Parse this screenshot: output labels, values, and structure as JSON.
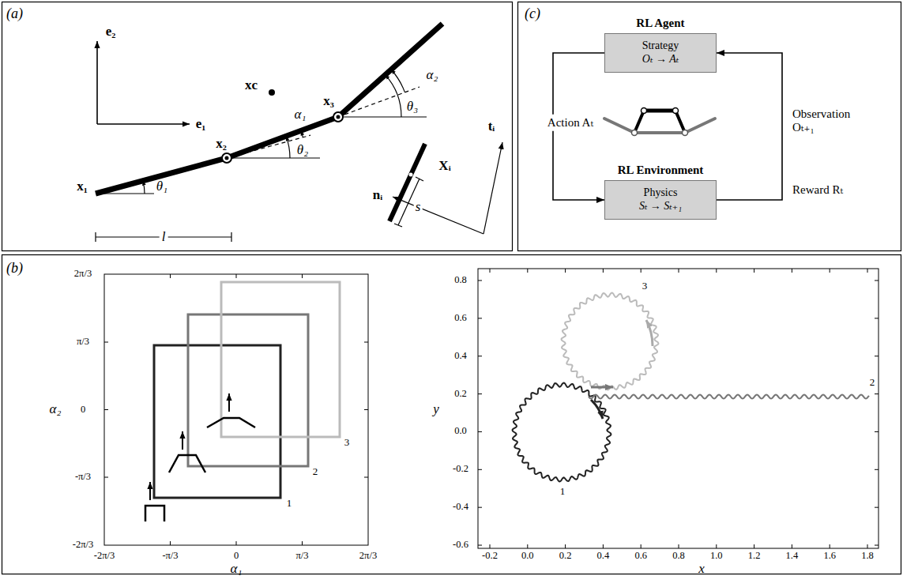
{
  "diagram": {
    "nodes": [
      {
        "text": [
          "RL Agent",
          "Strategy",
          "Oₜ → Aₜ"
        ]
      },
      {
        "text": [
          "RL Environment",
          "Physics",
          "Sₜ → Sₜ₊₁"
        ]
      }
    ],
    "edges": [
      {
        "from": 0,
        "to": 1,
        "arrow": "to",
        "label": "Action Aₜ"
      },
      {
        "from": 1,
        "to": 0,
        "arrow": "to",
        "label": "Observation Oₜ₊₁"
      }
    ],
    "labels": [
      "(a)",
      "e₂",
      "e₁",
      "x₁",
      "x₂",
      "x₃",
      "xc",
      "θ₁",
      "θ₂",
      "θ₃",
      "α₁",
      "α₂",
      "l",
      "s",
      "Xᵢ",
      "tᵢ",
      "nᵢ",
      "(c)",
      "Reward Rₜ",
      "(b)",
      "2π/3",
      "π/3",
      "0",
      "-π/3",
      "-2π/3",
      "-2π/3",
      "-π/3",
      "0",
      "π/3",
      "2π/3",
      "α₂",
      "α₁",
      "1",
      "2",
      "3",
      "0.8",
      "0.6",
      "0.4",
      "0.2",
      "0.0",
      "-0.2",
      "-0.4",
      "-0.6",
      "-0.2",
      "0.0",
      "0.2",
      "0.4",
      "0.6",
      "0.8",
      "1.0",
      "1.2",
      "1.4",
      "1.6",
      "1.8",
      "y",
      "x",
      "1",
      "2",
      "3"
    ]
  }
}
